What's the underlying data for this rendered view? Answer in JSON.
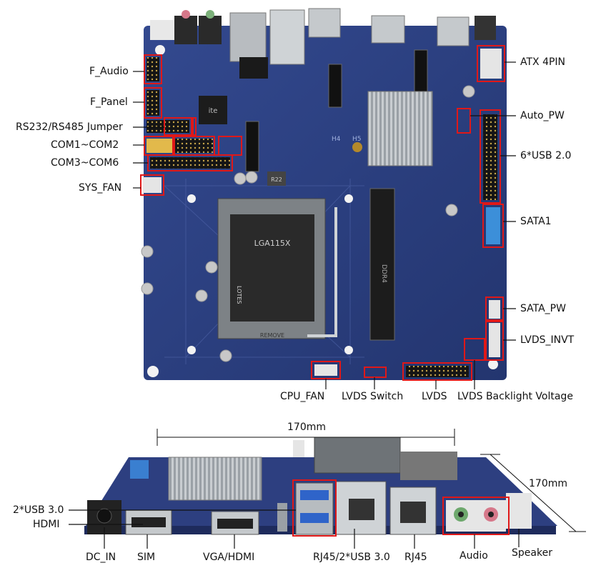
{
  "left_labels": [
    "F_Audio",
    "F_Panel",
    "RS232/RS485 Jumper",
    "COM1~COM2",
    "COM3~COM6",
    "SYS_FAN"
  ],
  "right_labels": [
    "ATX 4PIN",
    "Auto_PW",
    "6*USB 2.0",
    "SATA1",
    "SATA_PW",
    "LVDS_INVT"
  ],
  "bottom_labels": [
    "CPU_FAN",
    "LVDS Switch",
    "LVDS",
    "LVDS Backlight Voltage"
  ],
  "side_labels": [
    "2*USB 3.0",
    "HDMI",
    "DC_IN",
    "SIM",
    "VGA/HDMI",
    "RJ45/2*USB 3.0",
    "RJ45",
    "Audio",
    "Speaker"
  ],
  "dimensions": {
    "width": "170mm",
    "depth": "170mm"
  },
  "board_prints": {
    "socket": "LGA115X",
    "socket_brand": "LOTES",
    "remove": "REMOVE",
    "slot": "DDR4",
    "ic": "ite",
    "cap": "R22",
    "h4": "H4",
    "h5": "H5"
  },
  "colors": {
    "pcb": "#2b3f82",
    "callout": "#e01818",
    "line": "#111111"
  }
}
